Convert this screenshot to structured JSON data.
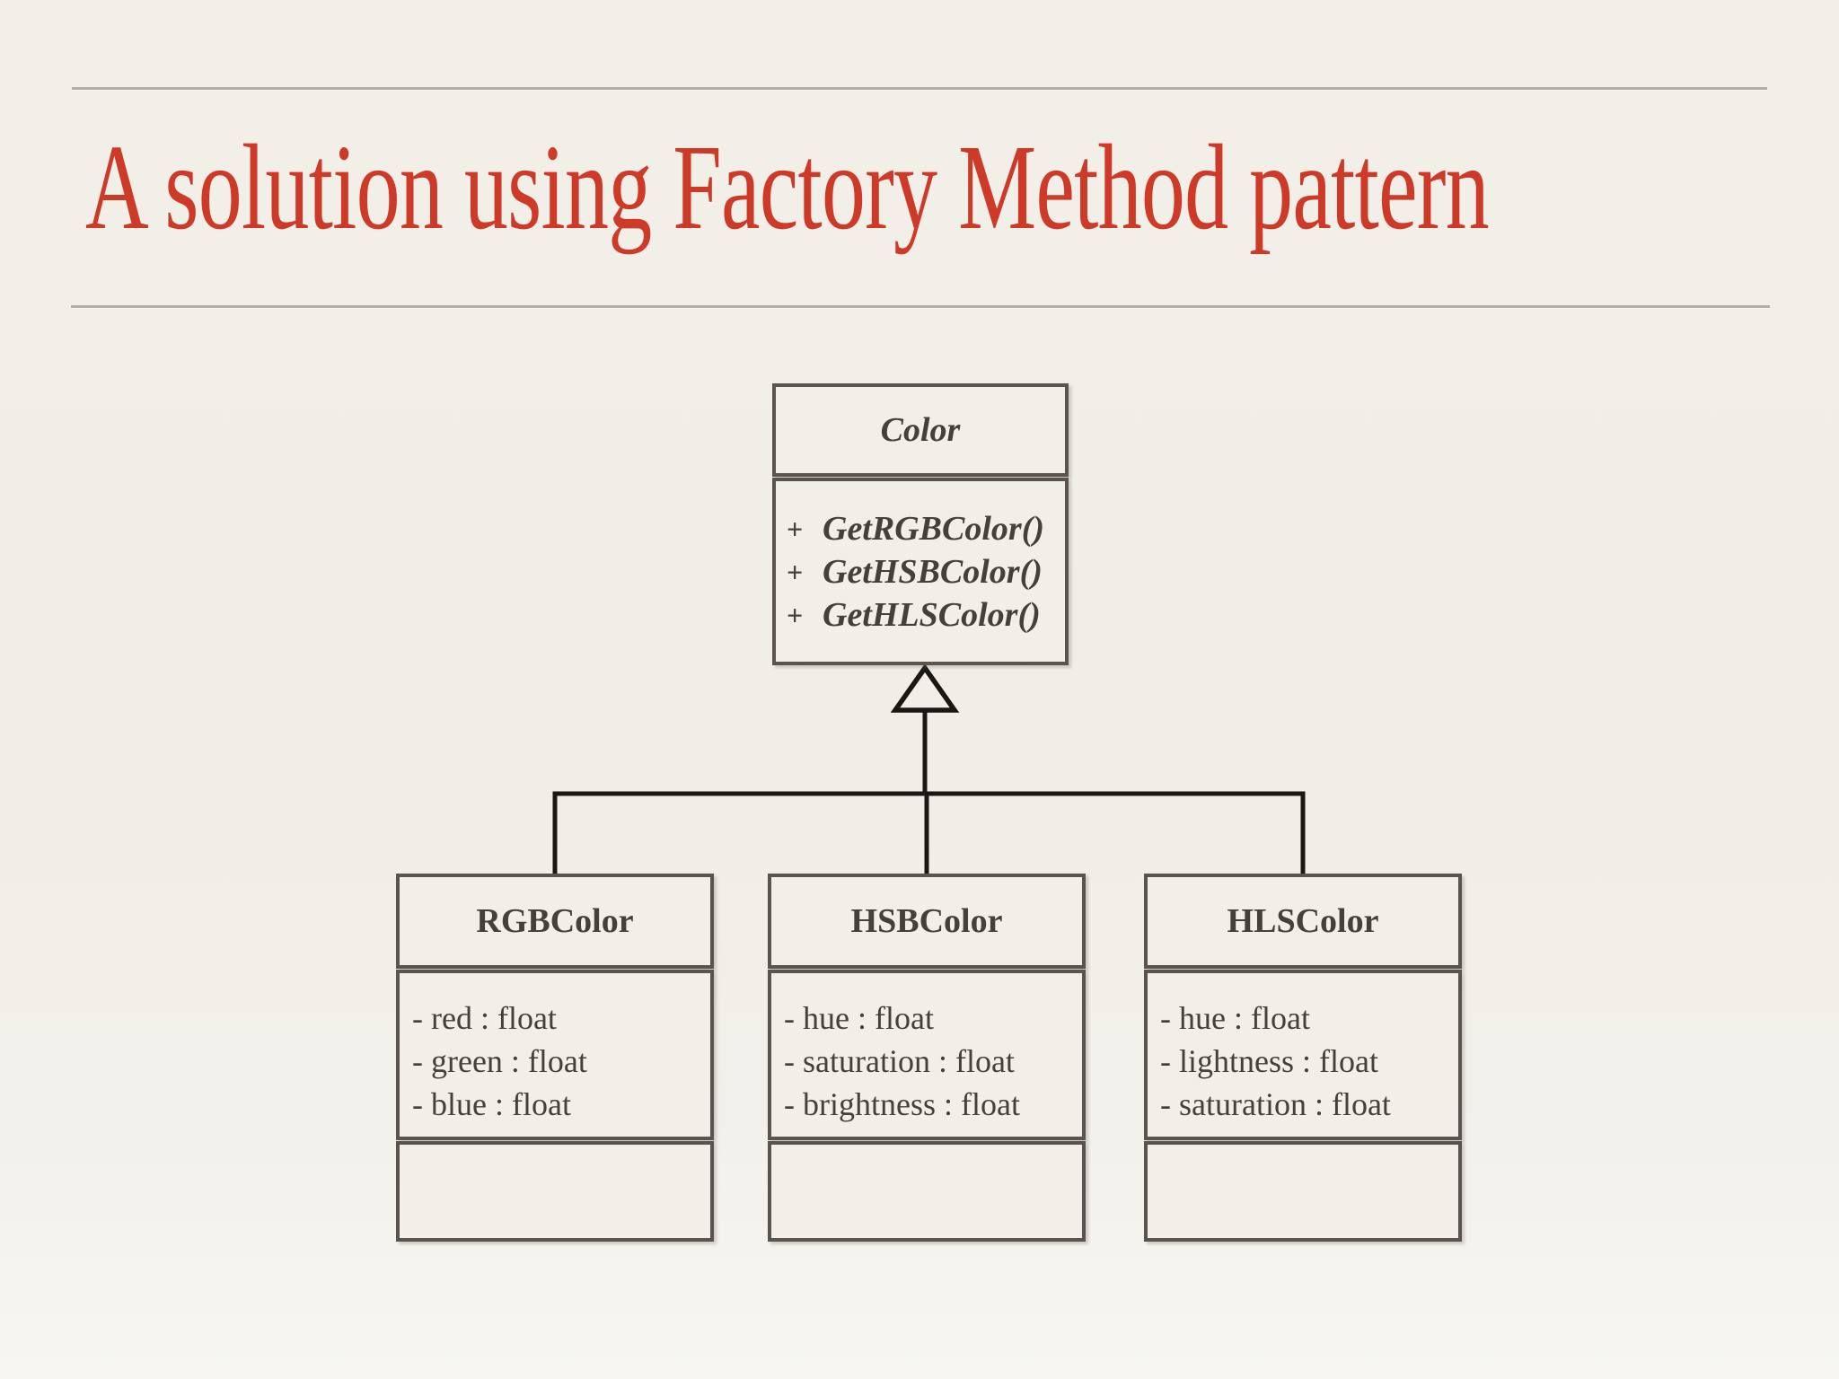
{
  "slide": {
    "title": "A solution using Factory Method pattern"
  },
  "colors": {
    "title_red": "#cd3a28",
    "rule_gray": "#b3afa2",
    "box_border_gray": "#5b544e",
    "box_text_gray": "#45403a",
    "connector_black": "#1a1714",
    "background_cream": "#f1efe8"
  },
  "diagram": {
    "type": "uml-class-diagram",
    "relationship": "inheritance (children point to parent via hollow triangle)",
    "parent": {
      "name": "Color",
      "methods": [
        {
          "visibility": "+",
          "name": "GetRGBColor()"
        },
        {
          "visibility": "+",
          "name": "GetHSBColor()"
        },
        {
          "visibility": "+",
          "name": "GetHLSColor()"
        }
      ]
    },
    "children": [
      {
        "name": "RGBColor",
        "attributes": [
          "- red : float",
          "- green : float",
          "- blue : float"
        ]
      },
      {
        "name": "HSBColor",
        "attributes": [
          "- hue : float",
          "- saturation : float",
          "- brightness : float"
        ]
      },
      {
        "name": "HLSColor",
        "attributes": [
          "- hue : float",
          "- lightness : float",
          "- saturation : float"
        ]
      }
    ]
  }
}
